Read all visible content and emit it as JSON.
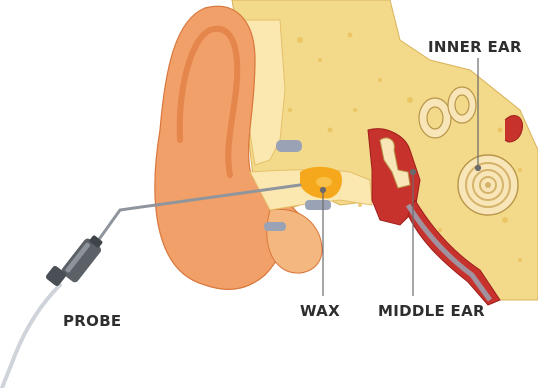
{
  "labels": {
    "inner_ear": "INNER EAR",
    "probe": "PROBE",
    "wax": "WAX",
    "middle_ear": "MIDDLE EAR"
  },
  "colors": {
    "outer_ear": "#f0a068",
    "outer_ear_shade": "#e07a40",
    "bone": "#f3d98a",
    "bone_dark": "#e8c25c",
    "canal": "#fbe7b0",
    "wax": "#f6a81c",
    "middle_ear_red": "#c8322d",
    "cartilage_grey": "#9aa3b5",
    "probe_cable": "#cfd4da",
    "probe_body": "#5c6168",
    "leader_line": "#6a6a6a"
  },
  "icons": {
    "probe": "probe-icon",
    "cochlea": "cochlea-icon"
  }
}
